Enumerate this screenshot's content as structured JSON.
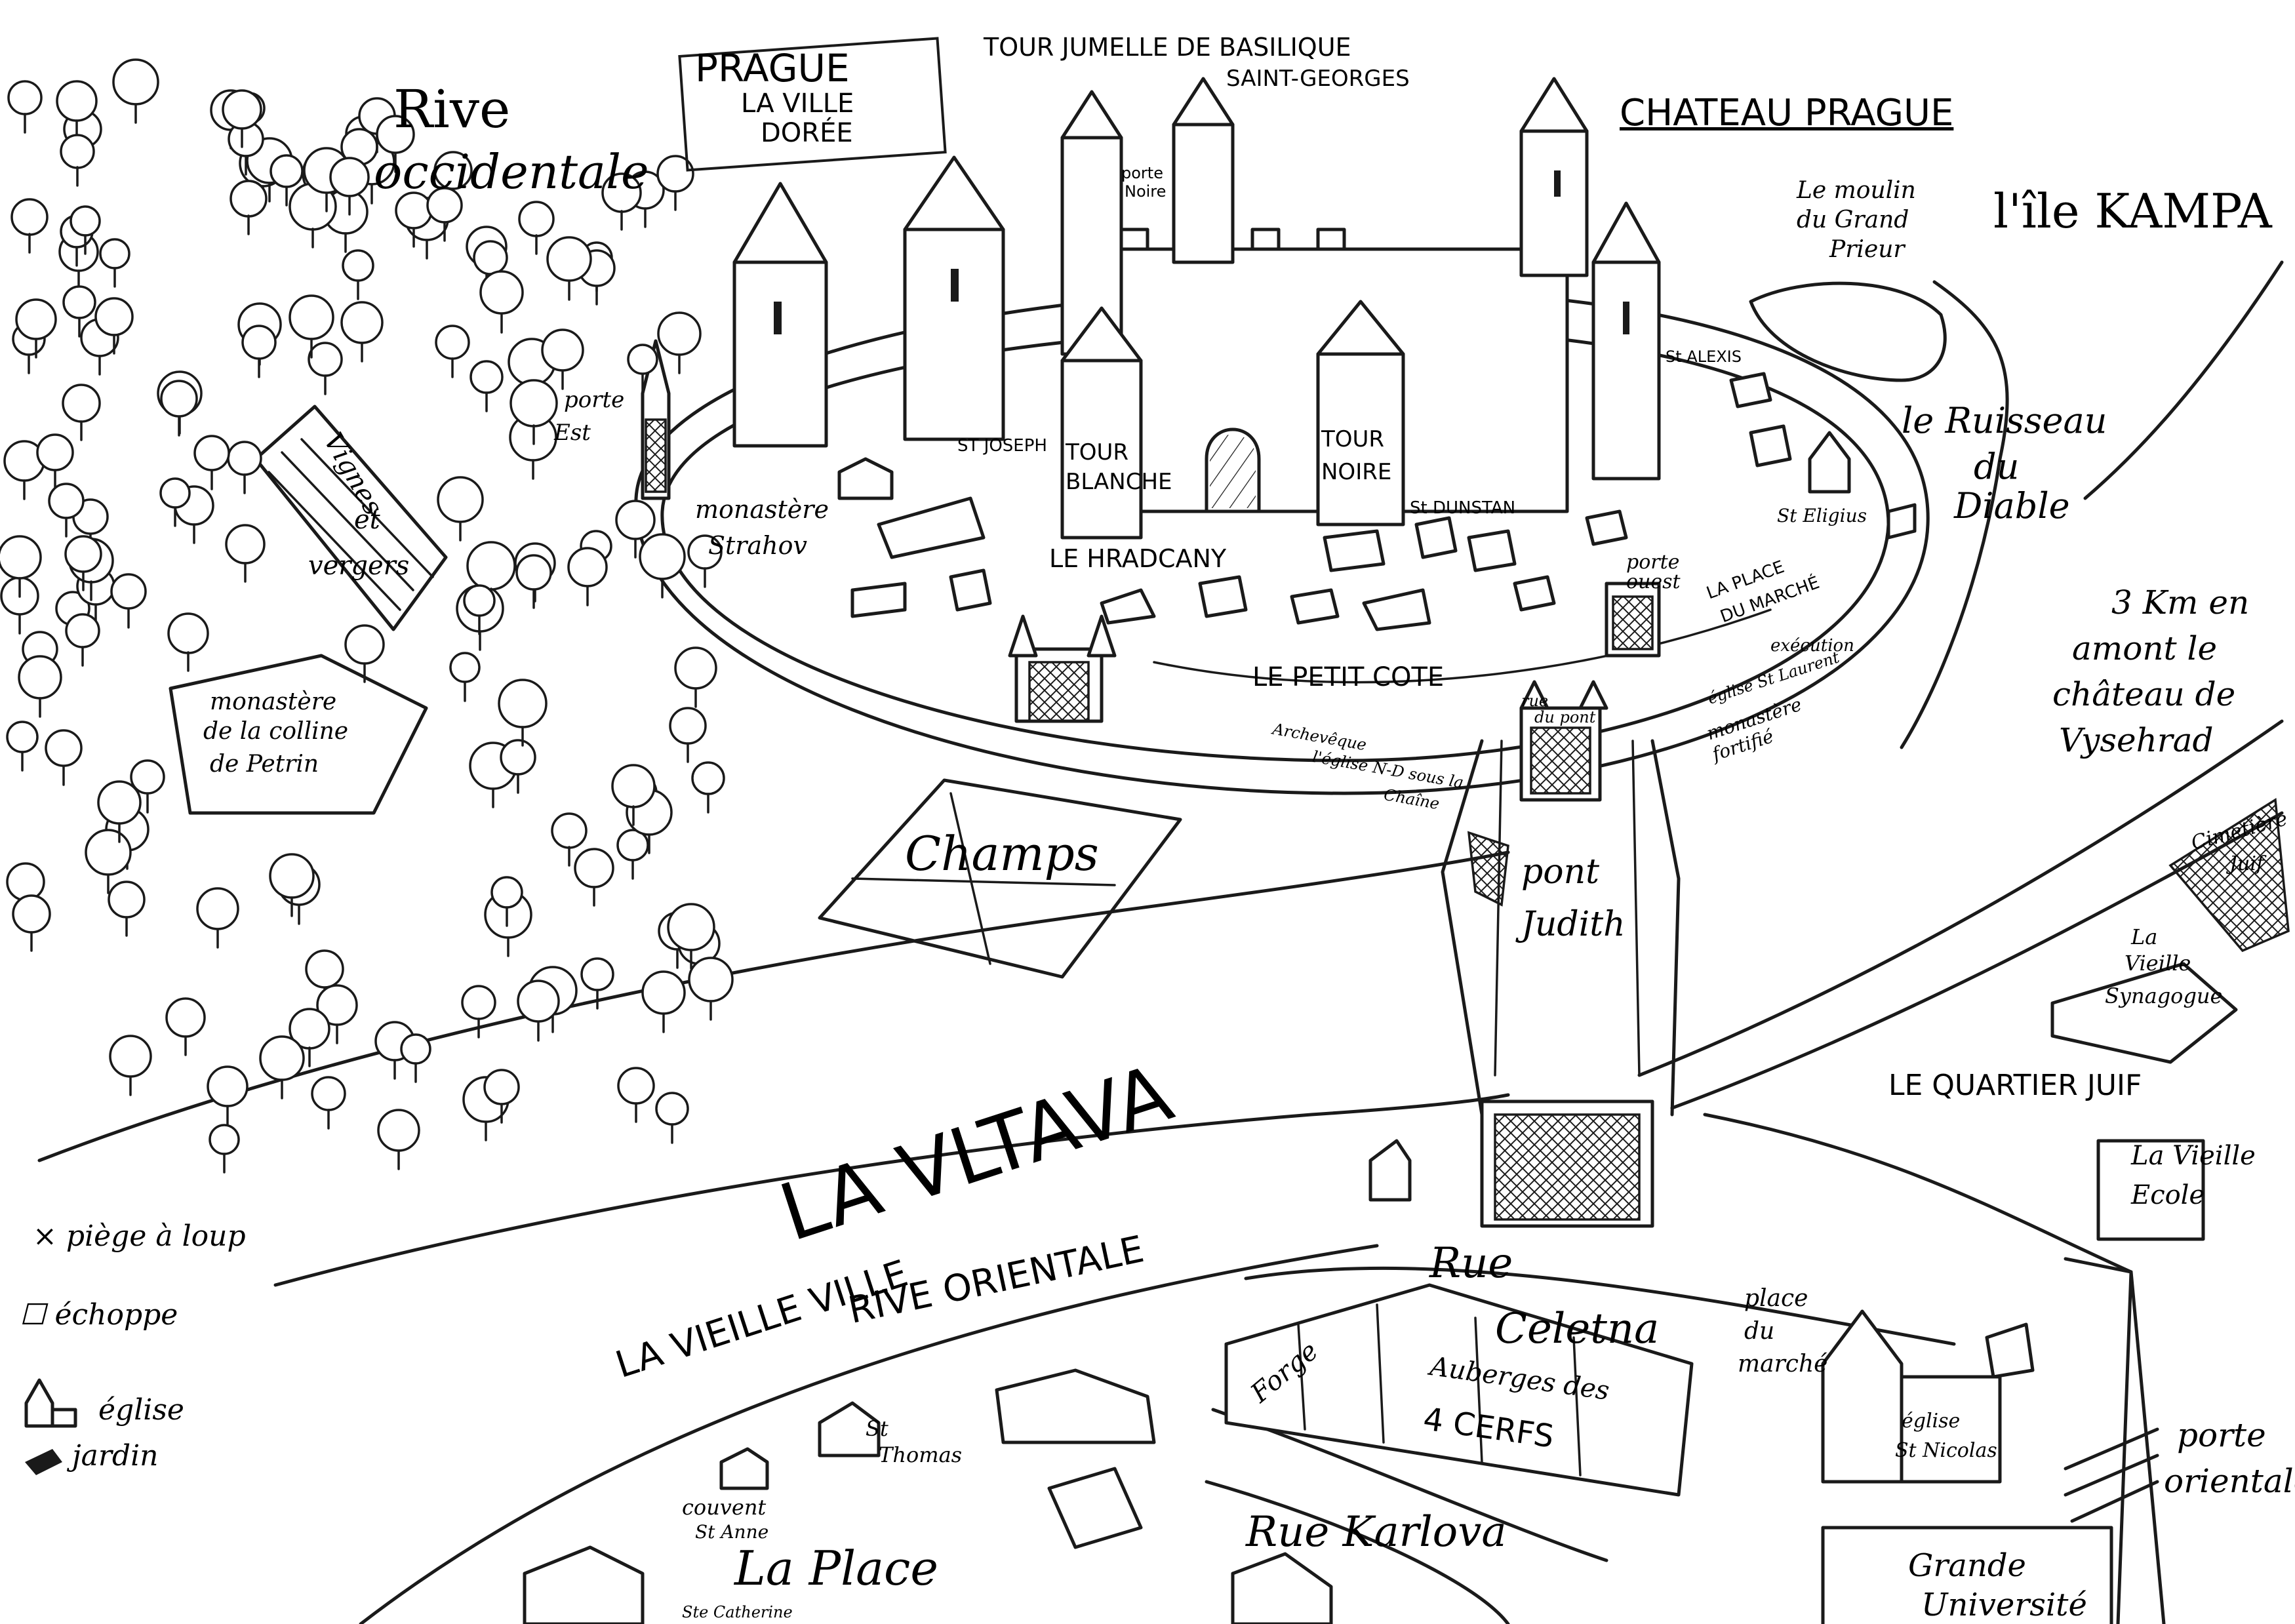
{
  "map": {
    "title": [
      "PRAGUE",
      "LA VILLE",
      "DORÉE"
    ],
    "tower_label": "TOUR JUMELLE DE BASILIQUE",
    "tower_label_2": "SAINT-GEORGES",
    "chateau": "CHATEAU PRAGUE",
    "kampa": "l'île KAMPA",
    "moulin": [
      "Le moulin",
      "du Grand",
      "Prieur"
    ],
    "ruisseau": [
      "le Ruisseau",
      "du",
      "Diable"
    ],
    "vysehrad": [
      "3 Km en",
      "amont le",
      "château de",
      "Vysehrad"
    ],
    "rive_occ": [
      "Rive",
      "occidentale"
    ],
    "porte_noire": [
      "porte",
      "Noire"
    ],
    "porte_est": [
      "porte",
      "Est"
    ],
    "porte_ouest": [
      "porte",
      "ouest"
    ],
    "st_alexis": "St ALEXIS",
    "st_joseph": "ST JOSEPH",
    "tour_blanche": [
      "TOUR",
      "BLANCHE"
    ],
    "tour_noire": [
      "TOUR",
      "NOIRE"
    ],
    "st_dunstan": "St DUNSTAN",
    "st_eligius": "St Eligius",
    "monastere_strahov": [
      "monastère",
      "Strahov"
    ],
    "hradcany": "LE HRADCANY",
    "place_marche": [
      "LA PLACE",
      "DU MARCHÉ"
    ],
    "execution": "exécution",
    "petit_cote": "LE PETIT COTE",
    "rue_pont": [
      "rue",
      "du pont"
    ],
    "eglise_laurent": "église St Laurent",
    "monastere_fortifie": [
      "monastère",
      "fortifié"
    ],
    "archeveque": "Archevêque",
    "eglise_nd": [
      "l'église N-D sous la",
      "Chaîne"
    ],
    "vignes": [
      "Vignes",
      "et",
      "vergers"
    ],
    "monastere_petrin": [
      "monastère",
      "de la colline",
      "de Petrin"
    ],
    "champs": "Champs",
    "pont_judith": [
      "pont",
      "Judith"
    ],
    "cimetiere": [
      "Cimetière",
      "Juif"
    ],
    "vieille_synagogue": [
      "La",
      "Vieille",
      "Synagogue"
    ],
    "quartier_juif": "LE QUARTIER JUIF",
    "vltava": "LA VLTAVA",
    "vieille_ecole": [
      "La Vieille",
      "Ecole"
    ],
    "vieille_ville": "LA VIEILLE VILLE",
    "rive_orientale": "RIVE ORIENTALE",
    "rue_celetna": [
      "Rue",
      "Celetna"
    ],
    "place_du_marche": [
      "place",
      "du",
      "marché"
    ],
    "forge": "Forge",
    "auberges": [
      "Auberges des",
      "4 CERFS"
    ],
    "st_thomas": [
      "St",
      "Thomas"
    ],
    "couvent_anne": [
      "couvent",
      "St Anne"
    ],
    "la_place": "La Place",
    "ste_catherine": "Ste Catherine",
    "rue_karlova": "Rue Karlova",
    "eglise_nicolas": [
      "église",
      "St Nicolas"
    ],
    "porte_orientale": [
      "porte",
      "orientale"
    ],
    "grande_universite": [
      "Grande",
      "Université"
    ]
  },
  "legend": {
    "items": [
      {
        "symbol": "×",
        "label": "piège à loup"
      },
      {
        "symbol": "☐",
        "label": "échoppe"
      },
      {
        "symbol": "church",
        "label": "église"
      },
      {
        "symbol": "leaf",
        "label": "jardin"
      }
    ]
  },
  "colors": {
    "ink": "#1a1a1a",
    "paper": "#ffffff"
  }
}
